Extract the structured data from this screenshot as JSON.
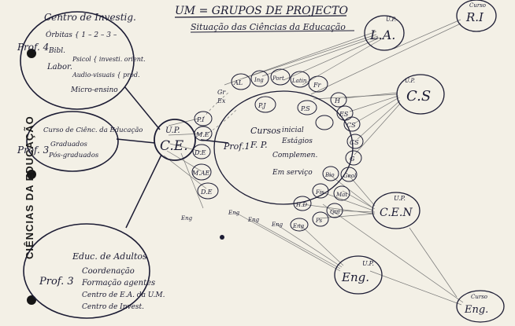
{
  "vertical_label": "CIÊNCIAS DA EDUCAÇÃO",
  "title": "UM = GRUPOS DE PROJECTO",
  "subtitle": "Situação das Ciências da Educação",
  "center_hub": {
    "line1": "U.P.",
    "line2": "C.E."
  },
  "hub_side_nodes": [
    "P.I",
    "M.E",
    "D.E",
    "M.AE",
    "D.E"
  ],
  "cluster_topleft": {
    "title": "Centro de Investig.",
    "prof": "Prof. 4",
    "items": [
      "Órbitas { 1 – 2 – 3 –",
      "Bibl.",
      "Labor.",
      "Psicol { investi. orient.",
      "Audio-visuais { prod.",
      "Micro-ensino"
    ]
  },
  "cluster_midleft": {
    "prof": "Prof. 3",
    "items": [
      "Curso de Ciênc. da Educação",
      "Graduados",
      "Pós-graduados"
    ]
  },
  "cluster_bottomleft": {
    "title": "Educ. de Adultos",
    "prof": "Prof. 3",
    "items": [
      "Coordenação",
      "Formação agentes",
      "Centro de E.A. da U.M.",
      "Centro de Invest."
    ]
  },
  "inner_oval": {
    "prof": "Prof.1",
    "label": "Cursos",
    "fp": "F. P.",
    "items": [
      "inicial",
      "Estágios",
      "Complemen.",
      "Em serviço"
    ]
  },
  "arc_nodes_top": [
    "AL",
    "Ing",
    "Port",
    "Latin",
    "Fr",
    "Gr",
    "Ex",
    "P.J",
    "P.S"
  ],
  "arc_nodes_right": [
    "H",
    "ES",
    "CS",
    "CS",
    "G"
  ],
  "arc_nodes_bottom": [
    "Bio",
    "Geol",
    "Fis",
    "Mat",
    "Qui",
    "Ps",
    "H.D",
    "Eng",
    "Eng",
    "Eng",
    "Eng",
    "Eng"
  ],
  "outer_nodes": [
    {
      "up": "U.P.",
      "name": "L.A."
    },
    {
      "up": "U.P.",
      "name": "C.S"
    },
    {
      "up": "U.P.",
      "name": "C.E.N"
    },
    {
      "up": "U.P.",
      "name": "Eng."
    },
    {
      "up": "Curso",
      "name": "R.I"
    },
    {
      "up": "Curso",
      "name": "Eng."
    }
  ],
  "colors": {
    "paper": "#f3f0e6",
    "ink": "#1c1c34",
    "pencil": "#6b6b6b",
    "hole": "#151515"
  }
}
